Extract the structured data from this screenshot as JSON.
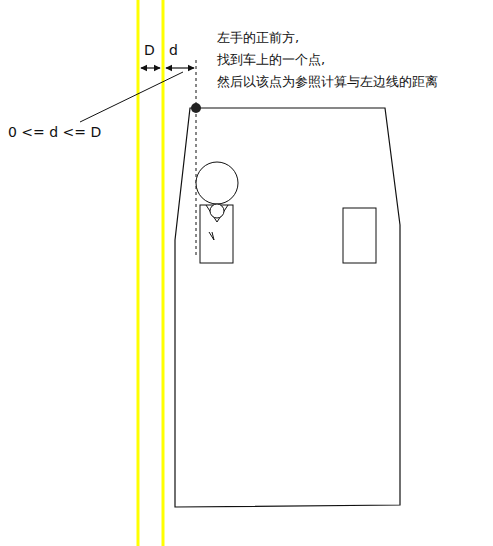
{
  "diagram": {
    "labels": [
      "D",
      "d",
      "左手的正前方,",
      "找到车上的一个点,",
      "然后以该点为参照计算与左边线的距离",
      "0 <= d <= D"
    ]
  }
}
